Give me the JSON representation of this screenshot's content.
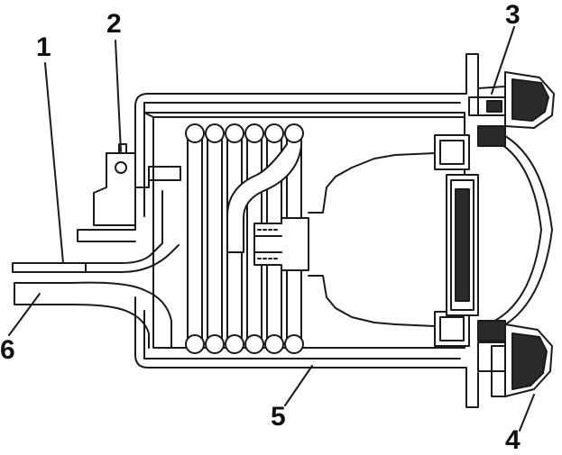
{
  "labels": {
    "l1": "1",
    "l2": "2",
    "l3": "3",
    "l4": "4",
    "l5": "5",
    "l6": "6"
  },
  "colors": {
    "line": "#1a1a1a",
    "fill": "#ffffff",
    "dark": "#2a2a2a"
  }
}
